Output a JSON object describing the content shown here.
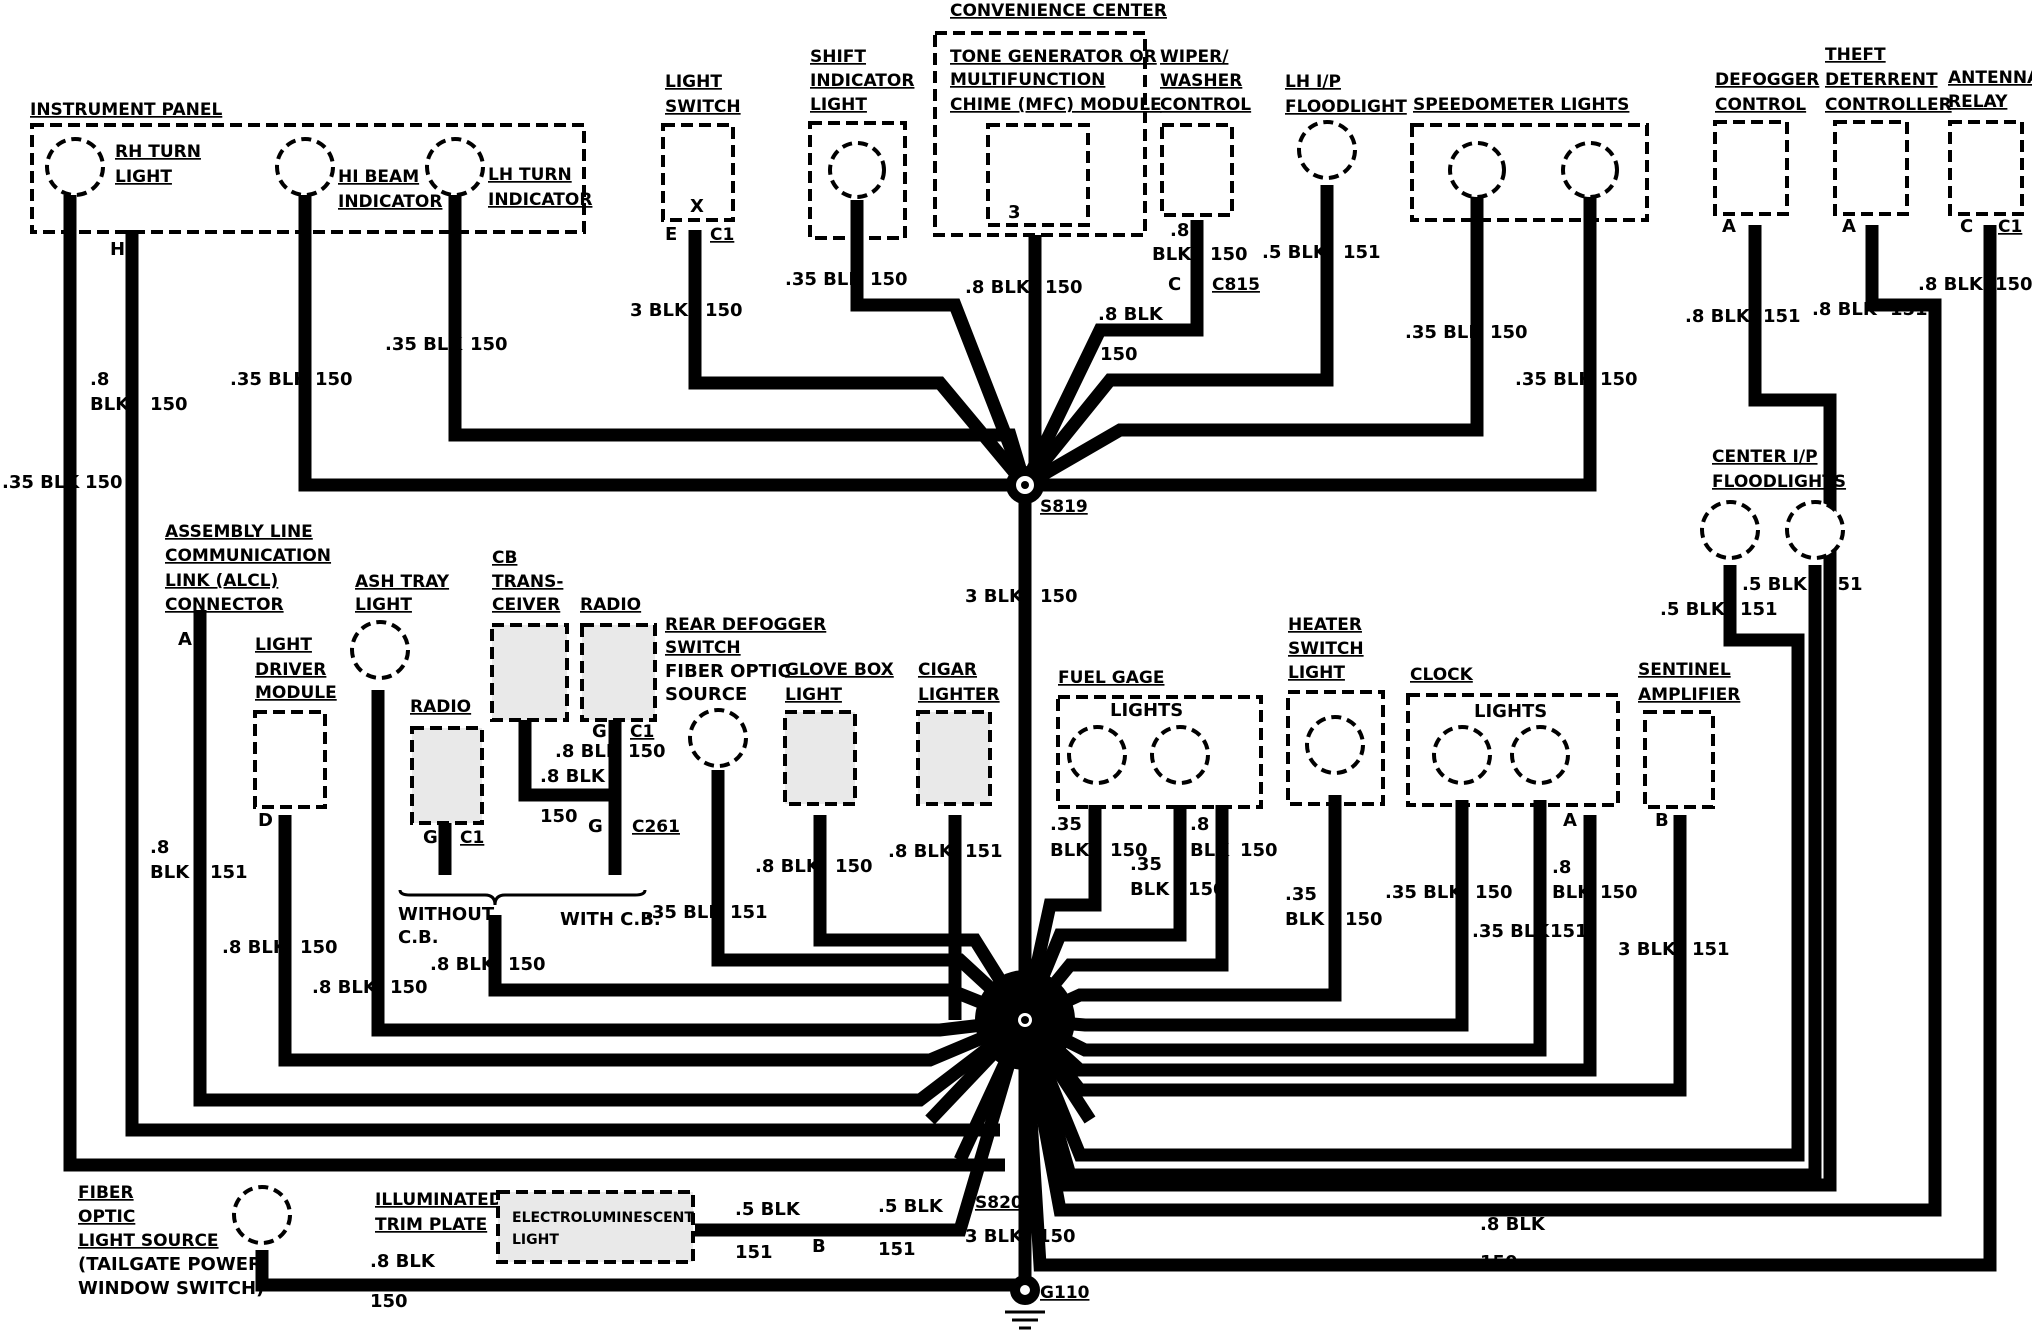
{
  "diagram": {
    "components": {
      "instrument_panel": "INSTRUMENT PANEL",
      "rh_turn_light": [
        "RH TURN",
        "LIGHT"
      ],
      "hi_beam": [
        "HI BEAM",
        "INDICATOR"
      ],
      "lh_turn": [
        "LH TURN",
        "INDICATOR"
      ],
      "light_switch": [
        "LIGHT",
        "SWITCH"
      ],
      "shift_indicator": [
        "SHIFT",
        "INDICATOR",
        "LIGHT"
      ],
      "convenience_center": "CONVENIENCE CENTER",
      "tone_generator": [
        "TONE GENERATOR OR",
        "MULTIFUNCTION",
        "CHIME (MFC) MODULE"
      ],
      "wiper_washer": [
        "WIPER/",
        "WASHER",
        "CONTROL"
      ],
      "lh_floodlight": [
        "LH I/P",
        "FLOODLIGHT"
      ],
      "speedometer_lights": "SPEEDOMETER LIGHTS",
      "defogger_control": [
        "DEFOGGER",
        "CONTROL"
      ],
      "theft_deterrent": [
        "THEFT",
        "DETERRENT",
        "CONTROLLER"
      ],
      "antenna_relay": [
        "ANTENNA",
        "RELAY"
      ],
      "center_floodlights": [
        "CENTER I/P",
        "FLOODLIGHTS"
      ],
      "alcl": [
        "ASSEMBLY LINE",
        "COMMUNICATION",
        "LINK (ALCL)",
        "CONNECTOR"
      ],
      "light_driver": [
        "LIGHT",
        "DRIVER",
        "MODULE"
      ],
      "ash_tray": [
        "ASH TRAY",
        "LIGHT"
      ],
      "radio_left": "RADIO",
      "cb_transceiver": [
        "CB",
        "TRANS-",
        "CEIVER"
      ],
      "radio_right": "RADIO",
      "rear_defogger": [
        "REAR DEFOGGER",
        "SWITCH",
        "FIBER OPTIC",
        "SOURCE"
      ],
      "glove_box": [
        "GLOVE BOX",
        "LIGHT"
      ],
      "cigar_lighter": [
        "CIGAR",
        "LIGHTER"
      ],
      "fuel_gage": "FUEL GAGE",
      "fuel_gage_lights": "LIGHTS",
      "heater_switch": [
        "HEATER",
        "SWITCH",
        "LIGHT"
      ],
      "clock": "CLOCK",
      "clock_lights": "LIGHTS",
      "sentinel": [
        "SENTINEL",
        "AMPLIFIER"
      ],
      "fiber_optic": [
        "FIBER",
        "OPTIC",
        "LIGHT SOURCE",
        "(TAILGATE POWER",
        "WINDOW SWITCH)"
      ],
      "illuminated_trim": [
        "ILLUMINATED",
        "TRIM PLATE"
      ],
      "electroluminescent": [
        "ELECTROLUMINESCENT",
        "LIGHT"
      ],
      "without_cb": [
        "WITHOUT",
        "C.B."
      ],
      "with_cb": "WITH C.B."
    },
    "connectors": {
      "s819": "S819",
      "s820": "S820",
      "g110": "G110",
      "c815": "C815",
      "c261": "C261",
      "c1": "C1"
    },
    "wire_labels": [
      {
        "id": "w_ip_h_size",
        "text": ".8"
      },
      {
        "id": "w_ip_h_color",
        "text": "BLK"
      },
      {
        "id": "w_ip_h_circ",
        "text": "150"
      },
      {
        "id": "w_rh_size",
        "text": ".35 BLK"
      },
      {
        "id": "w_rh_circ",
        "text": "150"
      },
      {
        "id": "w_hb_size",
        "text": ".35 BLK"
      },
      {
        "id": "w_hb_circ",
        "text": "150"
      },
      {
        "id": "w_lh_size",
        "text": ".35 BLK"
      },
      {
        "id": "w_lh_circ",
        "text": "150"
      },
      {
        "id": "w_ls_size",
        "text": "3 BLK"
      },
      {
        "id": "w_ls_circ",
        "text": "150"
      },
      {
        "id": "w_si_size",
        "text": ".35 BLK"
      },
      {
        "id": "w_si_circ",
        "text": "150"
      },
      {
        "id": "w_tg_size",
        "text": ".8 BLK"
      },
      {
        "id": "w_tg_circ",
        "text": "150"
      },
      {
        "id": "w_ww_size",
        "text": ".8"
      },
      {
        "id": "w_ww_color",
        "text": "BLK"
      },
      {
        "id": "w_ww_circ",
        "text": "150"
      },
      {
        "id": "w_ww2_size",
        "text": ".8 BLK"
      },
      {
        "id": "w_ww2_circ",
        "text": "150"
      },
      {
        "id": "w_lf_size",
        "text": ".5 BLK"
      },
      {
        "id": "w_lf_circ",
        "text": "151"
      },
      {
        "id": "w_sp1_size",
        "text": ".35 BLK"
      },
      {
        "id": "w_sp1_circ",
        "text": "150"
      },
      {
        "id": "w_sp2_size",
        "text": ".35 BLK"
      },
      {
        "id": "w_sp2_circ",
        "text": "150"
      },
      {
        "id": "w_df_size",
        "text": ".8 BLK"
      },
      {
        "id": "w_df_circ",
        "text": "151"
      },
      {
        "id": "w_td_size",
        "text": ".8 BLK"
      },
      {
        "id": "w_td_circ",
        "text": "151"
      },
      {
        "id": "w_ar_size",
        "text": ".8 BLK"
      },
      {
        "id": "w_ar_circ",
        "text": "150"
      },
      {
        "id": "w_trunk_size",
        "text": "3 BLK"
      },
      {
        "id": "w_trunk_circ",
        "text": "150"
      },
      {
        "id": "w_cf1_size",
        "text": ".5 BLK"
      },
      {
        "id": "w_cf1_circ",
        "text": "151"
      },
      {
        "id": "w_cf2_size",
        "text": ".5 BLK"
      },
      {
        "id": "w_cf2_circ",
        "text": "151"
      },
      {
        "id": "w_alcl_size",
        "text": ".8"
      },
      {
        "id": "w_alcl_color",
        "text": "BLK"
      },
      {
        "id": "w_alcl_circ",
        "text": "151"
      },
      {
        "id": "w_ldm_size",
        "text": ".8 BLK"
      },
      {
        "id": "w_ldm_circ",
        "text": "150"
      },
      {
        "id": "w_at_size",
        "text": ".8 BLK"
      },
      {
        "id": "w_at_circ",
        "text": "150"
      },
      {
        "id": "w_cb1_size",
        "text": ".8 BLK"
      },
      {
        "id": "w_cb2_size",
        "text": ".8 BLK"
      },
      {
        "id": "w_cb_circ",
        "text": "150"
      },
      {
        "id": "w_rad_circ",
        "text": "150"
      },
      {
        "id": "w_radio_size",
        "text": ".8 BLK"
      },
      {
        "id": "w_radio_circ",
        "text": "150"
      },
      {
        "id": "w_rd_size",
        "text": ".35 BLK"
      },
      {
        "id": "w_rd_circ",
        "text": "151"
      },
      {
        "id": "w_gb_size",
        "text": ".8 BLK"
      },
      {
        "id": "w_gb_circ",
        "text": "150"
      },
      {
        "id": "w_cl_size",
        "text": ".8 BLK"
      },
      {
        "id": "w_cl_circ",
        "text": "151"
      },
      {
        "id": "w_fg1_size",
        "text": ".35"
      },
      {
        "id": "w_fg1_color",
        "text": "BLK"
      },
      {
        "id": "w_fg1_circ",
        "text": "150"
      },
      {
        "id": "w_fg2_size",
        "text": ".35"
      },
      {
        "id": "w_fg2_color",
        "text": "BLK"
      },
      {
        "id": "w_fg2_circ",
        "text": "150"
      },
      {
        "id": "w_fg3_size",
        "text": ".8"
      },
      {
        "id": "w_fg3_color",
        "text": "BLK"
      },
      {
        "id": "w_fg3_circ",
        "text": "150"
      },
      {
        "id": "w_hs_size",
        "text": ".35"
      },
      {
        "id": "w_hs_color",
        "text": "BLK"
      },
      {
        "id": "w_hs_circ",
        "text": "150"
      },
      {
        "id": "w_ck1_size",
        "text": ".35 BLK"
      },
      {
        "id": "w_ck1_circ",
        "text": "150"
      },
      {
        "id": "w_ck2_size",
        "text": ".35 BLK"
      },
      {
        "id": "w_ck2_circ",
        "text": "151"
      },
      {
        "id": "w_ck3_size",
        "text": ".8"
      },
      {
        "id": "w_ck3_color",
        "text": "BLK"
      },
      {
        "id": "w_ck3_circ",
        "text": "150"
      },
      {
        "id": "w_sa_size",
        "text": "3 BLK"
      },
      {
        "id": "w_sa_circ",
        "text": "151"
      },
      {
        "id": "w_fo_size",
        "text": ".8 BLK"
      },
      {
        "id": "w_fo_circ",
        "text": "150"
      },
      {
        "id": "w_el1_size",
        "text": ".5 BLK"
      },
      {
        "id": "w_el1_circ",
        "text": "151"
      },
      {
        "id": "w_el2_size",
        "text": ".5 BLK"
      },
      {
        "id": "w_el2_circ",
        "text": "151"
      },
      {
        "id": "w_g110_size",
        "text": "3 BLK"
      },
      {
        "id": "w_g110_circ",
        "text": "150"
      },
      {
        "id": "w_ar2_size",
        "text": ".8 BLK"
      },
      {
        "id": "w_ar2_circ",
        "text": "150"
      }
    ],
    "pins": {
      "h": "H",
      "e": "E",
      "a": "A",
      "b": "B",
      "c": "C",
      "d": "D",
      "g": "G",
      "x": "X",
      "three": "3"
    }
  }
}
